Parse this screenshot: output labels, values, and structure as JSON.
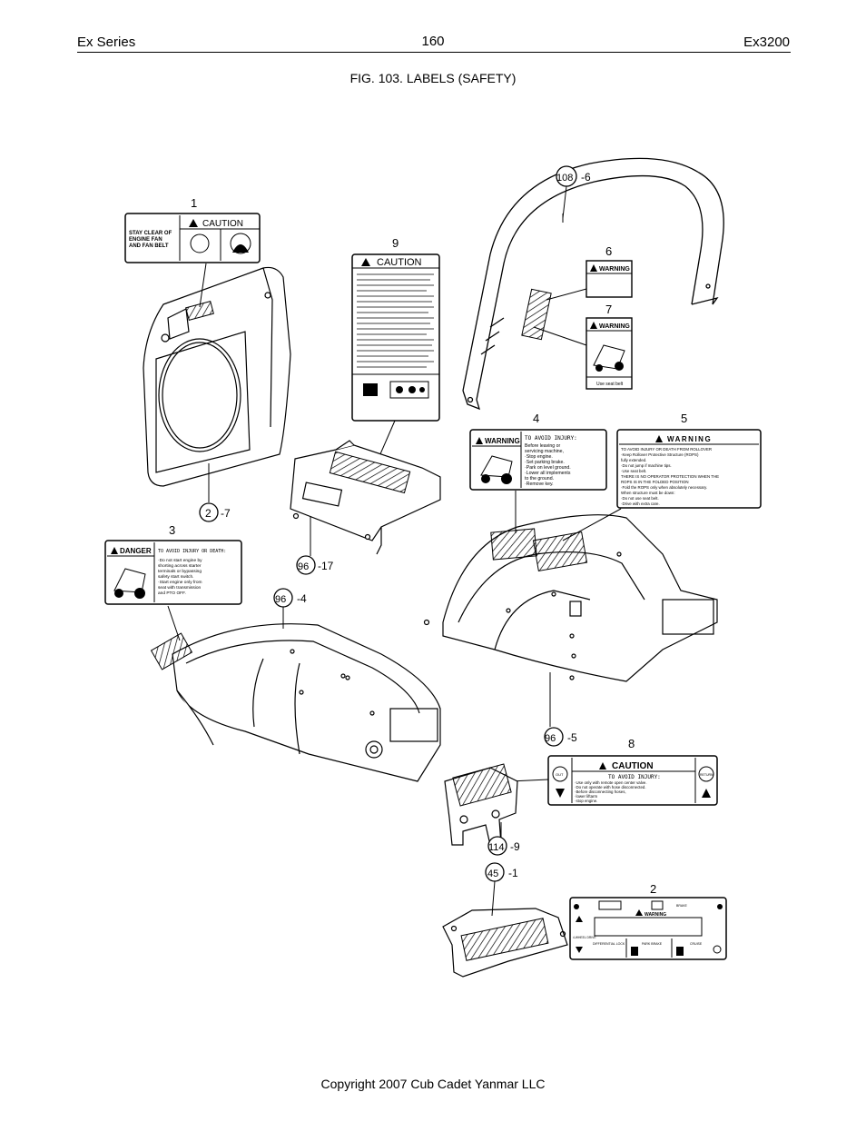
{
  "header": {
    "left": "Ex Series",
    "center": "160",
    "right": "Ex3200"
  },
  "figure_title": "FIG. 103. LABELS (SAFETY)",
  "footer": "Copyright 2007 Cub Cadet Yanmar LLC",
  "callouts": {
    "c1": "1",
    "c2": "2",
    "c3": "3",
    "c4": "4",
    "c5": "5",
    "c6": "6",
    "c7": "7",
    "c8": "8",
    "c9": "9",
    "c108": "108",
    "c108s": "-6",
    "c2b": "2",
    "c2bs": "-7",
    "c96a": "96",
    "c96as": "-17",
    "c96b": "96",
    "c96bs": "-4",
    "c96c": "96",
    "c96cs": "-5",
    "c114": "114",
    "c114s": "-9",
    "c45": "45",
    "c45s": "-1"
  },
  "labels": {
    "l1_title": "CAUTION",
    "l1_text1": "STAY CLEAR OF",
    "l1_text2": "ENGINE FAN",
    "l1_text3": "AND FAN BELT",
    "l9_title": "CAUTION",
    "l6_title": "WARNING",
    "l7_title": "WARNING",
    "l7_foot": "Use seat belt",
    "l4_title": "WARNING",
    "l4_head": "TO AVOID INJURY:",
    "l4_lines": [
      "Before leaving or",
      "servicing machine,",
      "·Stop engine.",
      "·Set parking brake.",
      "·Park on level ground.",
      "·Lower all implements",
      "  to the ground.",
      "·Remove key."
    ],
    "l5_title": "WARNING",
    "l5_lines": [
      "TO AVOID INJURY OR DEATH FROM ROLLOVER",
      "·Keep Rollover Protective Structure (ROPS)",
      "  fully extended.",
      "·Do not jump if machine tips.",
      "·Use seat belt.",
      "THERE IS NO OPERATOR PROTECTION WHEN THE",
      "ROPS IS IN THE FOLDED POSITION",
      "·Fold the ROPS only when absolutely necessary.",
      "When structure must be down:",
      "  ·Do not use seat belt.",
      "  ·Drive with extra care."
    ],
    "l3_title": "DANGER",
    "l3_head": "TO AVOID INJURY OR DEATH:",
    "l3_lines": [
      "·Do not start engine by",
      " shorting across starter",
      " terminals or bypassing",
      " safety start switch.",
      "·Start engine only from",
      " seat with transmission",
      " and PTO OFF."
    ],
    "l8_title": "CAUTION",
    "l8_head": "TO AVOID INJURY:",
    "l8_lines": [
      "·Use only with remote open center valve.",
      "·Do not operate with hose disconnected.",
      "·Before disconnecting hoses,",
      "   ·lower liftarm",
      "   ·stop engine."
    ],
    "l8_out": "OUT",
    "l8_return": "RETURN",
    "l2_warning": "WARNING",
    "l2_brake": "BRAKE",
    "l2_diff": "DIFFERENTIAL LOCK",
    "l2_park": "PARK BRAKE",
    "l2_cruise": "CRUISE",
    "l2_4wd": "4-WHEEL DRIVE"
  }
}
